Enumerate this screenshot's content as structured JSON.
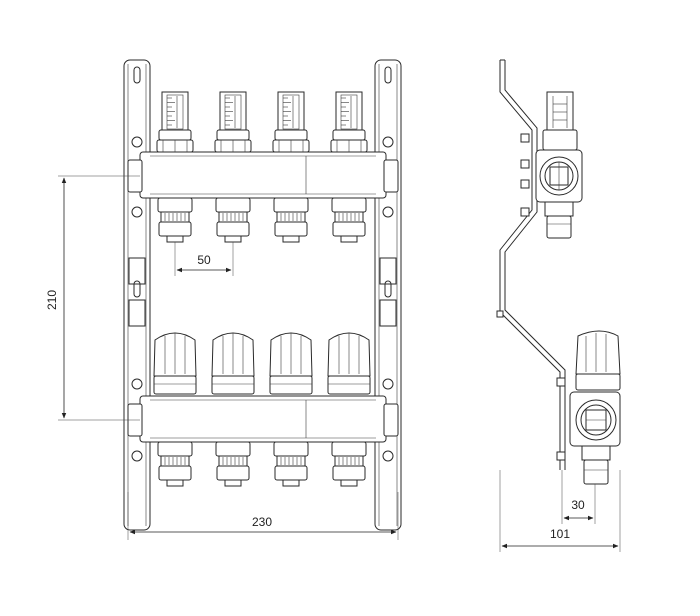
{
  "dimensions": {
    "width_label": "230",
    "height_label": "210",
    "spacing_label": "50",
    "depth_label": "101",
    "offset_label": "30"
  },
  "front_view": {
    "flowmeter_count": 4,
    "valve_count": 4
  }
}
